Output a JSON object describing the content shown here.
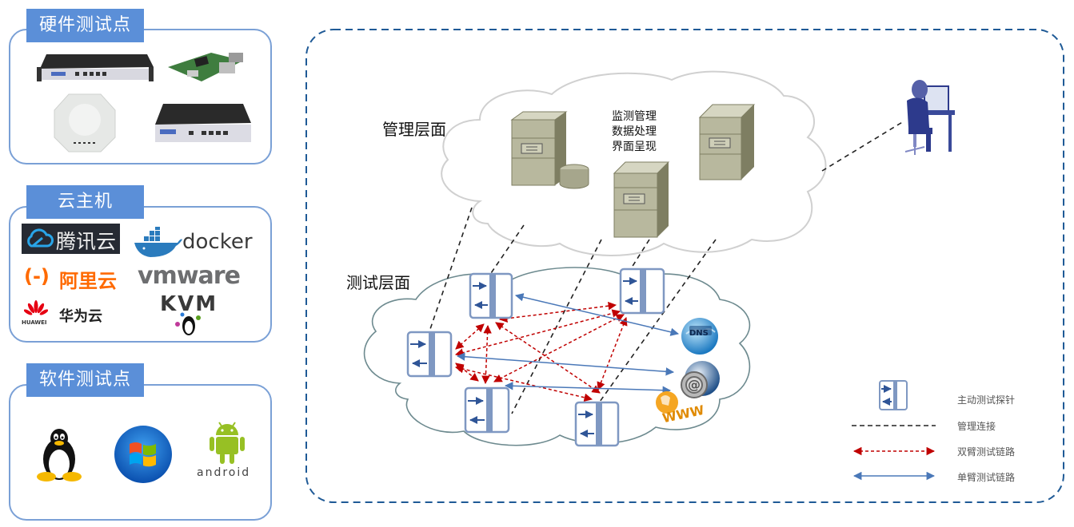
{
  "left_panels": [
    {
      "title": "硬件测试点",
      "items": [
        "rack-probe-1u",
        "raspberry-pi",
        "wireless-ap",
        "desktop-probe"
      ]
    },
    {
      "title": "云主机",
      "items": [
        {
          "name": "tencent-cloud",
          "label": "腾讯云"
        },
        {
          "name": "docker",
          "label": "docker"
        },
        {
          "name": "aliyun",
          "label": "阿里云"
        },
        {
          "name": "vmware",
          "label": "vmware"
        },
        {
          "name": "huawei-cloud",
          "label": "华为云",
          "sub": "HUAWEI"
        },
        {
          "name": "kvm",
          "label": "KVM"
        }
      ]
    },
    {
      "title": "软件测试点",
      "items": [
        {
          "name": "linux",
          "label": ""
        },
        {
          "name": "windows",
          "label": ""
        },
        {
          "name": "android",
          "label": "android"
        }
      ]
    }
  ],
  "diagram": {
    "management_layer": {
      "label": "管理层面",
      "functions": [
        "监测管理",
        "数据处理",
        "界面呈现"
      ]
    },
    "test_layer": {
      "label": "测试层面",
      "targets": [
        {
          "name": "dns",
          "label": "DNS"
        },
        {
          "name": "email",
          "label": "@"
        },
        {
          "name": "www",
          "label": "WWW"
        }
      ]
    },
    "legend": [
      {
        "type": "probe",
        "label": "主动测试探针"
      },
      {
        "type": "management-link",
        "label": "管理连接"
      },
      {
        "type": "dual-arm-link",
        "label": "双臂测试链路"
      },
      {
        "type": "single-arm-link",
        "label": "单臂测试链路"
      }
    ]
  },
  "colors": {
    "panel_title_bg": "#5b8fd8",
    "panel_border": "#7aa0d6",
    "outer_dashed": "#1f5a96",
    "probe_fill": "#7f98c2",
    "probe_border": "#7f98c2",
    "dual_arm": "#c00000",
    "single_arm": "#4a78b8",
    "management": "#222222",
    "server": "#b8b89e",
    "server_side": "#7e7e62"
  }
}
